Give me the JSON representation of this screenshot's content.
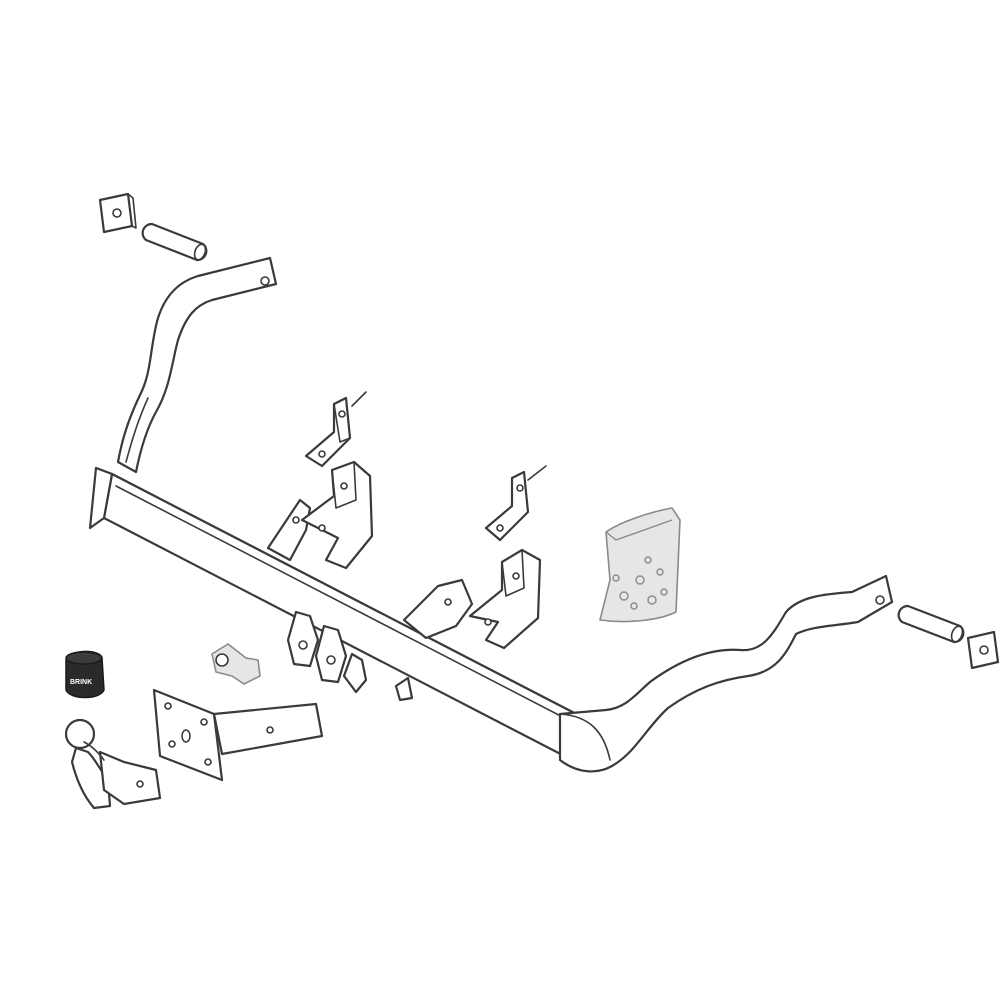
{
  "diagram": {
    "parts": [
      {
        "id": "square-plate-left",
        "icon": "square-plate-icon"
      },
      {
        "id": "spacer-tube-left",
        "icon": "tube-icon"
      },
      {
        "id": "left-side-arm",
        "icon": "arm-icon"
      },
      {
        "id": "main-crossbar",
        "icon": "crossbar-icon"
      },
      {
        "id": "right-side-arm",
        "icon": "arm-icon"
      },
      {
        "id": "spacer-tube-right",
        "icon": "tube-icon"
      },
      {
        "id": "square-plate-right",
        "icon": "square-plate-icon"
      },
      {
        "id": "mounting-bracket",
        "icon": "bracket-icon"
      },
      {
        "id": "fixing-bag",
        "icon": "bag-icon"
      },
      {
        "id": "socket-plate",
        "icon": "socket-plate-icon"
      },
      {
        "id": "faceplate",
        "icon": "faceplate-icon"
      },
      {
        "id": "tow-ball",
        "icon": "tow-ball-icon"
      },
      {
        "id": "tow-ball-cover",
        "icon": "cover-cap-icon"
      }
    ],
    "cap_logo_text": "BRINK",
    "colors": {
      "line": "#3a3a3a",
      "fill": "#ffffff",
      "grey": "#8a8a8a",
      "cap": "#2a2a2a"
    }
  }
}
